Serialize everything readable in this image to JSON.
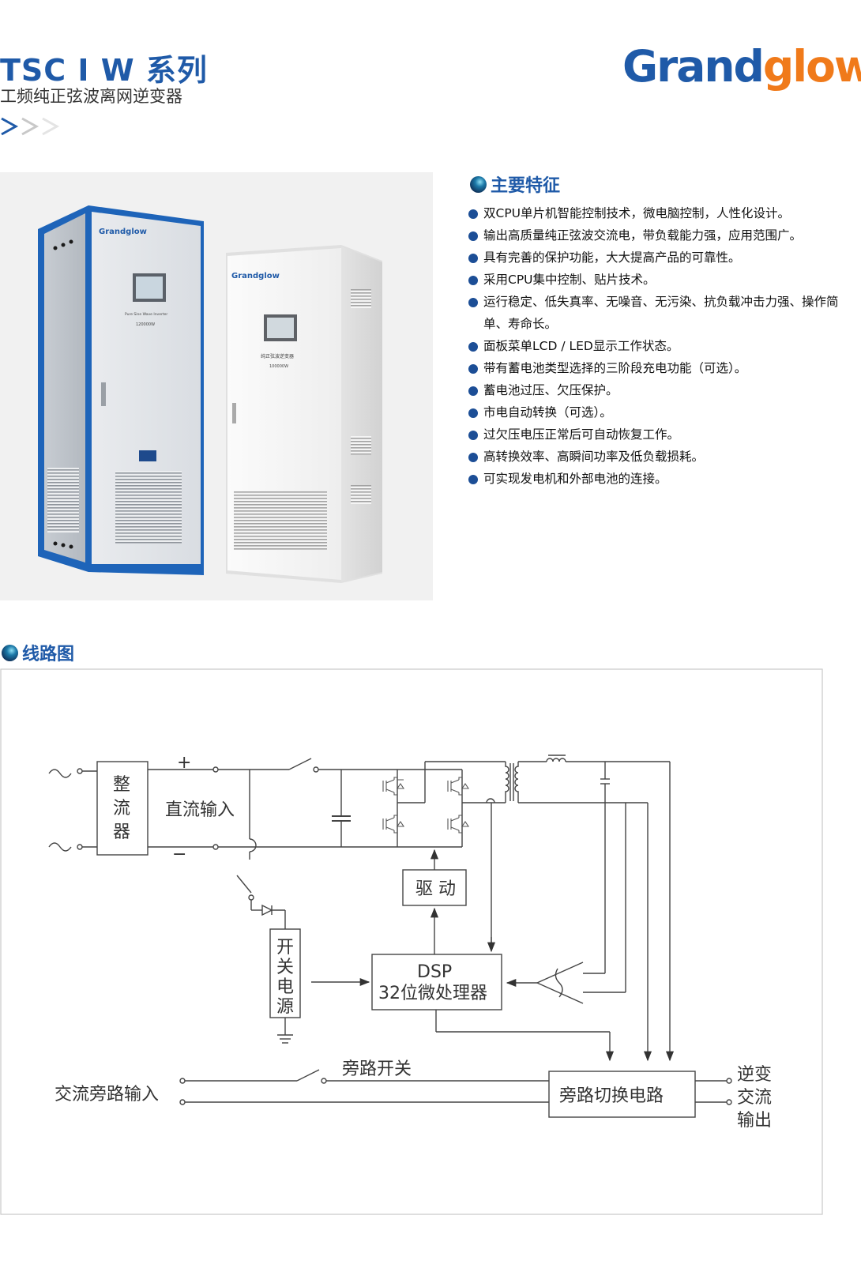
{
  "header": {
    "title": "TSC I W 系列",
    "subtitle": "工频纯正弦波离网逆变器",
    "logo_part1": "Grand",
    "logo_part2": "glow",
    "logo_mark": "®"
  },
  "photo": {
    "cabinet_left": {
      "brand": "Grandglow",
      "model_line": "Pure Sine Wave Inverter",
      "power": "120000W"
    },
    "cabinet_right": {
      "brand": "Grandglow",
      "model_line": "纯正弦波逆变器",
      "power": "100000W"
    }
  },
  "features": {
    "heading": "主要特征",
    "items": [
      "双CPU单片机智能控制技术，微电脑控制，人性化设计。",
      "输出高质量纯正弦波交流电，带负载能力强，应用范围广。",
      "具有完善的保护功能，大大提高产品的可靠性。",
      "采用CPU集中控制、贴片技术。",
      "运行稳定、低失真率、无噪音、无污染、抗负载冲击力强、操作简单、寿命长。",
      "面板菜单LCD / LED显示工作状态。",
      "带有蓄电池类型选择的三阶段充电功能（可选）。",
      "蓄电池过压、欠压保护。",
      "市电自动转换（可选）。",
      "过欠压电压正常后可自动恢复工作。",
      "高转换效率、高瞬间功率及低负载损耗。",
      "可实现发电机和外部电池的连接。"
    ]
  },
  "circuit": {
    "heading": "线路图",
    "plus": "+",
    "minus": "−",
    "rectifier": [
      "整",
      "流",
      "器"
    ],
    "dc_input": "直流输入",
    "drive": "驱 动",
    "dsp_line1": "DSP",
    "dsp_line2": "32位微处理器",
    "switch_power": [
      "开",
      "关",
      "电",
      "源"
    ],
    "bypass_switch": "旁路开关",
    "ac_bypass_input": "交流旁路输入",
    "bypass_circuit": "旁路切换电路",
    "output": [
      "逆变",
      "交流",
      "输出"
    ]
  }
}
